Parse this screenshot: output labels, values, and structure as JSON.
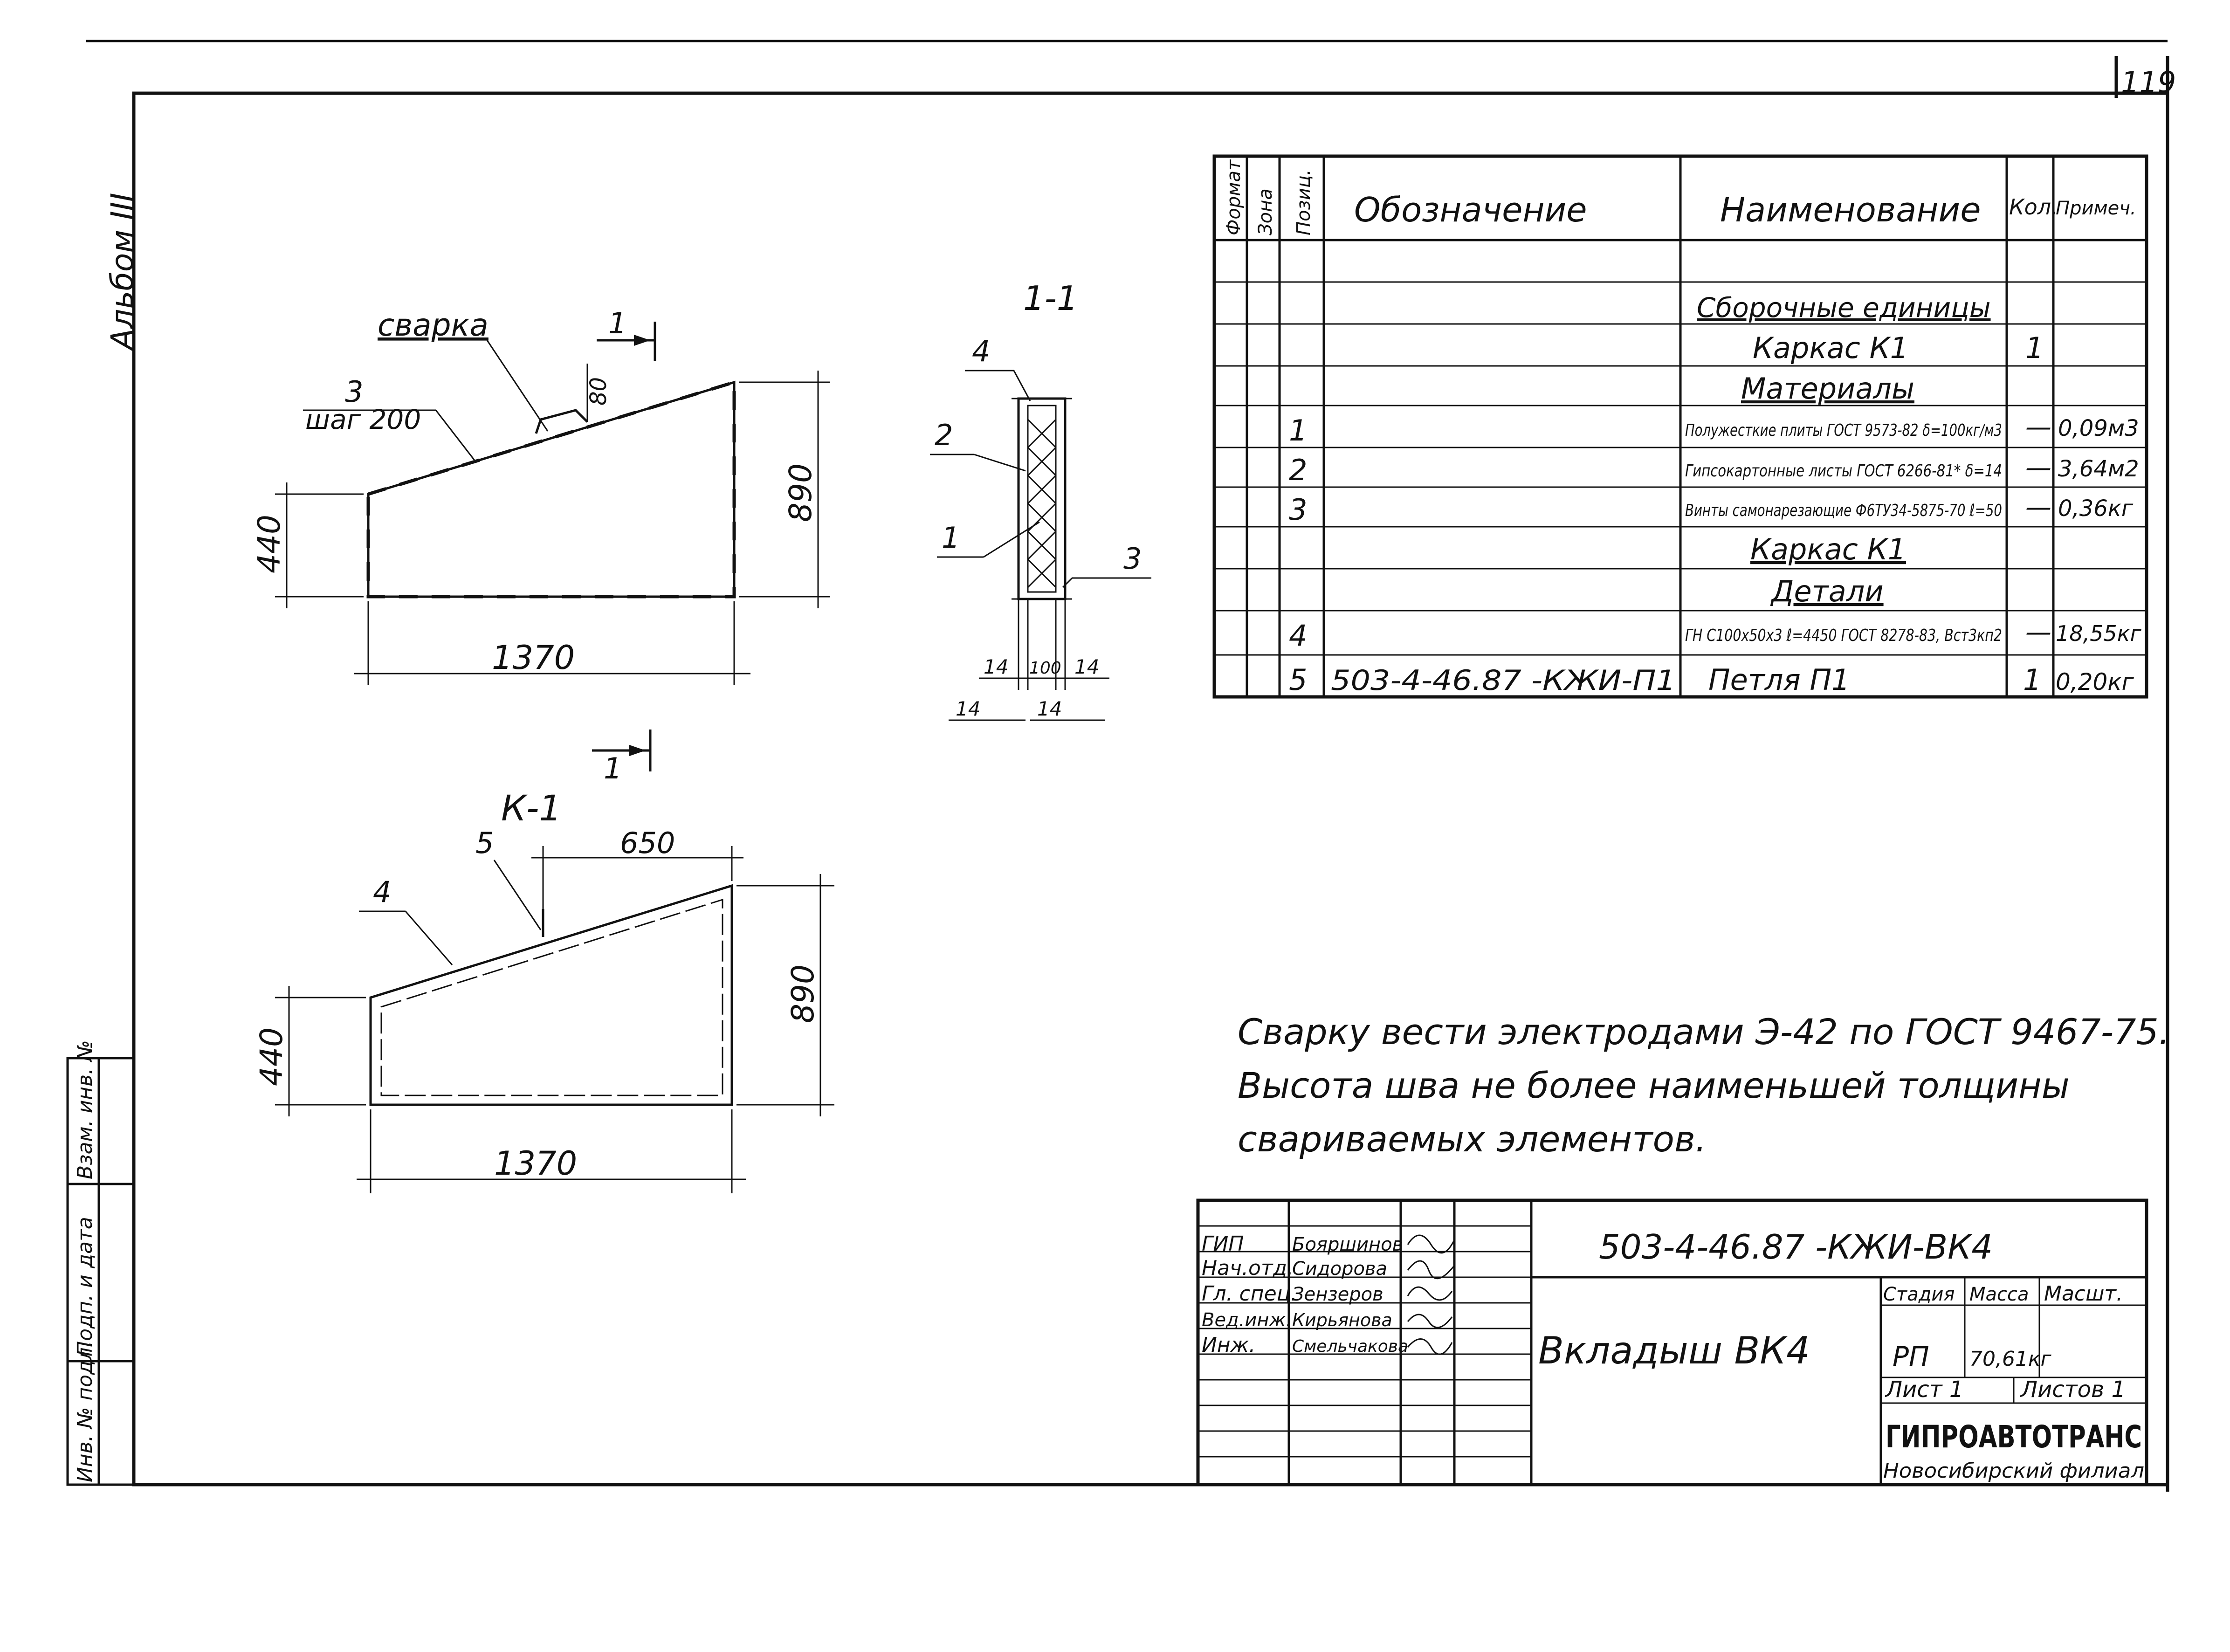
{
  "sheet_number": "119",
  "album_label": "Альбом III",
  "left_stamp": [
    "Инв. № подл.",
    "Подп. и дата",
    "Взам. инв. №"
  ],
  "spec_table": {
    "headers": [
      "Формат",
      "Зона",
      "Позиц.",
      "Обозначение",
      "Наименование",
      "Кол.",
      "Примеч."
    ],
    "rows": [
      {
        "pos": "",
        "designation": "",
        "name": "Сборочные единицы",
        "qty": "",
        "note": ""
      },
      {
        "pos": "",
        "designation": "",
        "name": "Каркас К1",
        "qty": "1",
        "note": ""
      },
      {
        "pos": "",
        "designation": "",
        "name": "Материалы",
        "qty": "",
        "note": ""
      },
      {
        "pos": "1",
        "designation": "",
        "name": "Полужесткие плиты ГОСТ 9573-82 δ=100кг/м3",
        "qty": "—",
        "note": "0,09м3"
      },
      {
        "pos": "2",
        "designation": "",
        "name": "Гипсокартонные листы ГОСТ 6266-81* δ=14",
        "qty": "—",
        "note": "3,64м2"
      },
      {
        "pos": "3",
        "designation": "",
        "name": "Винты самонарезающие Ф6ТУ34-5875-70 ℓ=50",
        "qty": "—",
        "note": "0,36кг"
      },
      {
        "pos": "",
        "designation": "",
        "name": "Каркас К1",
        "qty": "",
        "note": ""
      },
      {
        "pos": "",
        "designation": "",
        "name": "Детали",
        "qty": "",
        "note": ""
      },
      {
        "pos": "4",
        "designation": "",
        "name": "ГН С100x50x3 ℓ=4450 ГОСТ 8278-83, Вст3кп2",
        "qty": "—",
        "note": "18,55кг"
      },
      {
        "pos": "5",
        "designation": "503-4-46.87 -КЖИ-П1",
        "name": "Петля П1",
        "qty": "1",
        "note": "0,20кг"
      }
    ]
  },
  "drawing_top": {
    "weld_label": "сварка",
    "pos3_label": "3",
    "step_label": "шаг 200",
    "dim_width": "1370",
    "dim_left": "440",
    "dim_right": "890",
    "dim_small": "80",
    "section_mark": "1"
  },
  "section_view": {
    "title": "1-1",
    "callouts": [
      "4",
      "2",
      "1",
      "3"
    ],
    "dims": [
      "14",
      "100",
      "14"
    ],
    "bottom_dims": [
      "14",
      "14"
    ]
  },
  "drawing_bottom": {
    "title": "К-1",
    "section_mark": "1",
    "pos4_label": "4",
    "pos5_label": "5",
    "dim_top": "650",
    "dim_width": "1370",
    "dim_left": "440",
    "dim_right": "890"
  },
  "notes": [
    "Сварку вести электродами Э-42 по ГОСТ 9467-75.",
    "Высота шва не более наименьшей толщины",
    "свариваемых элементов."
  ],
  "title_block": {
    "doc_code": "503-4-46.87 -КЖИ-ВК4",
    "doc_name": "Вкладыш ВК4",
    "roles": [
      "ГИП",
      "Нач.отд.",
      "Гл. спец.",
      "Вед.инж.",
      "Инж."
    ],
    "names": [
      "Бояршинов",
      "Сидорова",
      "Зензеров",
      "Кирьянова",
      "Смельчакова"
    ],
    "stage_header": "Стадия",
    "mass_header": "Масса",
    "scale_header": "Масшт.",
    "stage_value": "РП",
    "mass_value": "70,61кг",
    "sheet_label": "Лист 1",
    "sheets_label": "Листов 1",
    "org_name": "ГИПРОАВТОТРАНС",
    "org_branch": "Новосибирский филиал"
  }
}
